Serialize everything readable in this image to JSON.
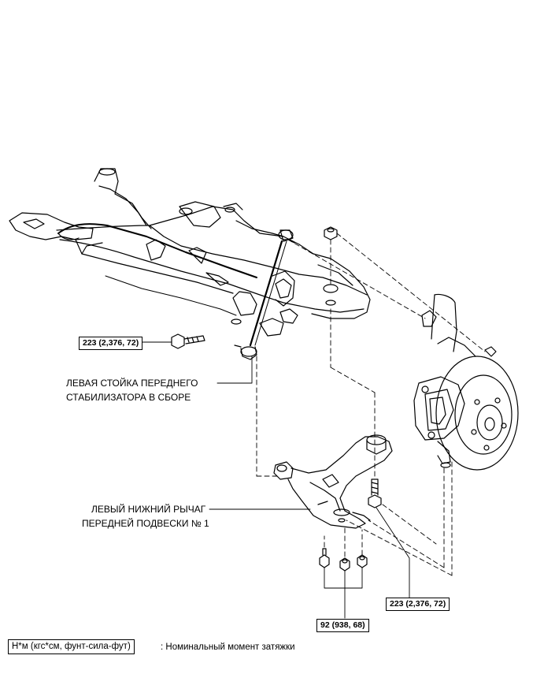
{
  "labels": {
    "stabilizer_link_line1": "ЛЕВАЯ СТОЙКА ПЕРЕДНЕГО",
    "stabilizer_link_line2": "СТАБИЛИЗАТОРА В СБОРЕ",
    "lower_arm_line1": "ЛЕВЫЙ НИЖНИЙ РЫЧАГ",
    "lower_arm_line2": "ПЕРЕДНЕЙ ПОДВЕСКИ № 1"
  },
  "torques": {
    "front_bolt": "223 (2,376, 72)",
    "rear_bolt": "223 (2,376, 72)",
    "nuts": "92 (938, 68)"
  },
  "legend": {
    "units": "Н*м (кгс*см, фунт-сила-фут)",
    "description": ": Номинальный момент затяжки"
  }
}
